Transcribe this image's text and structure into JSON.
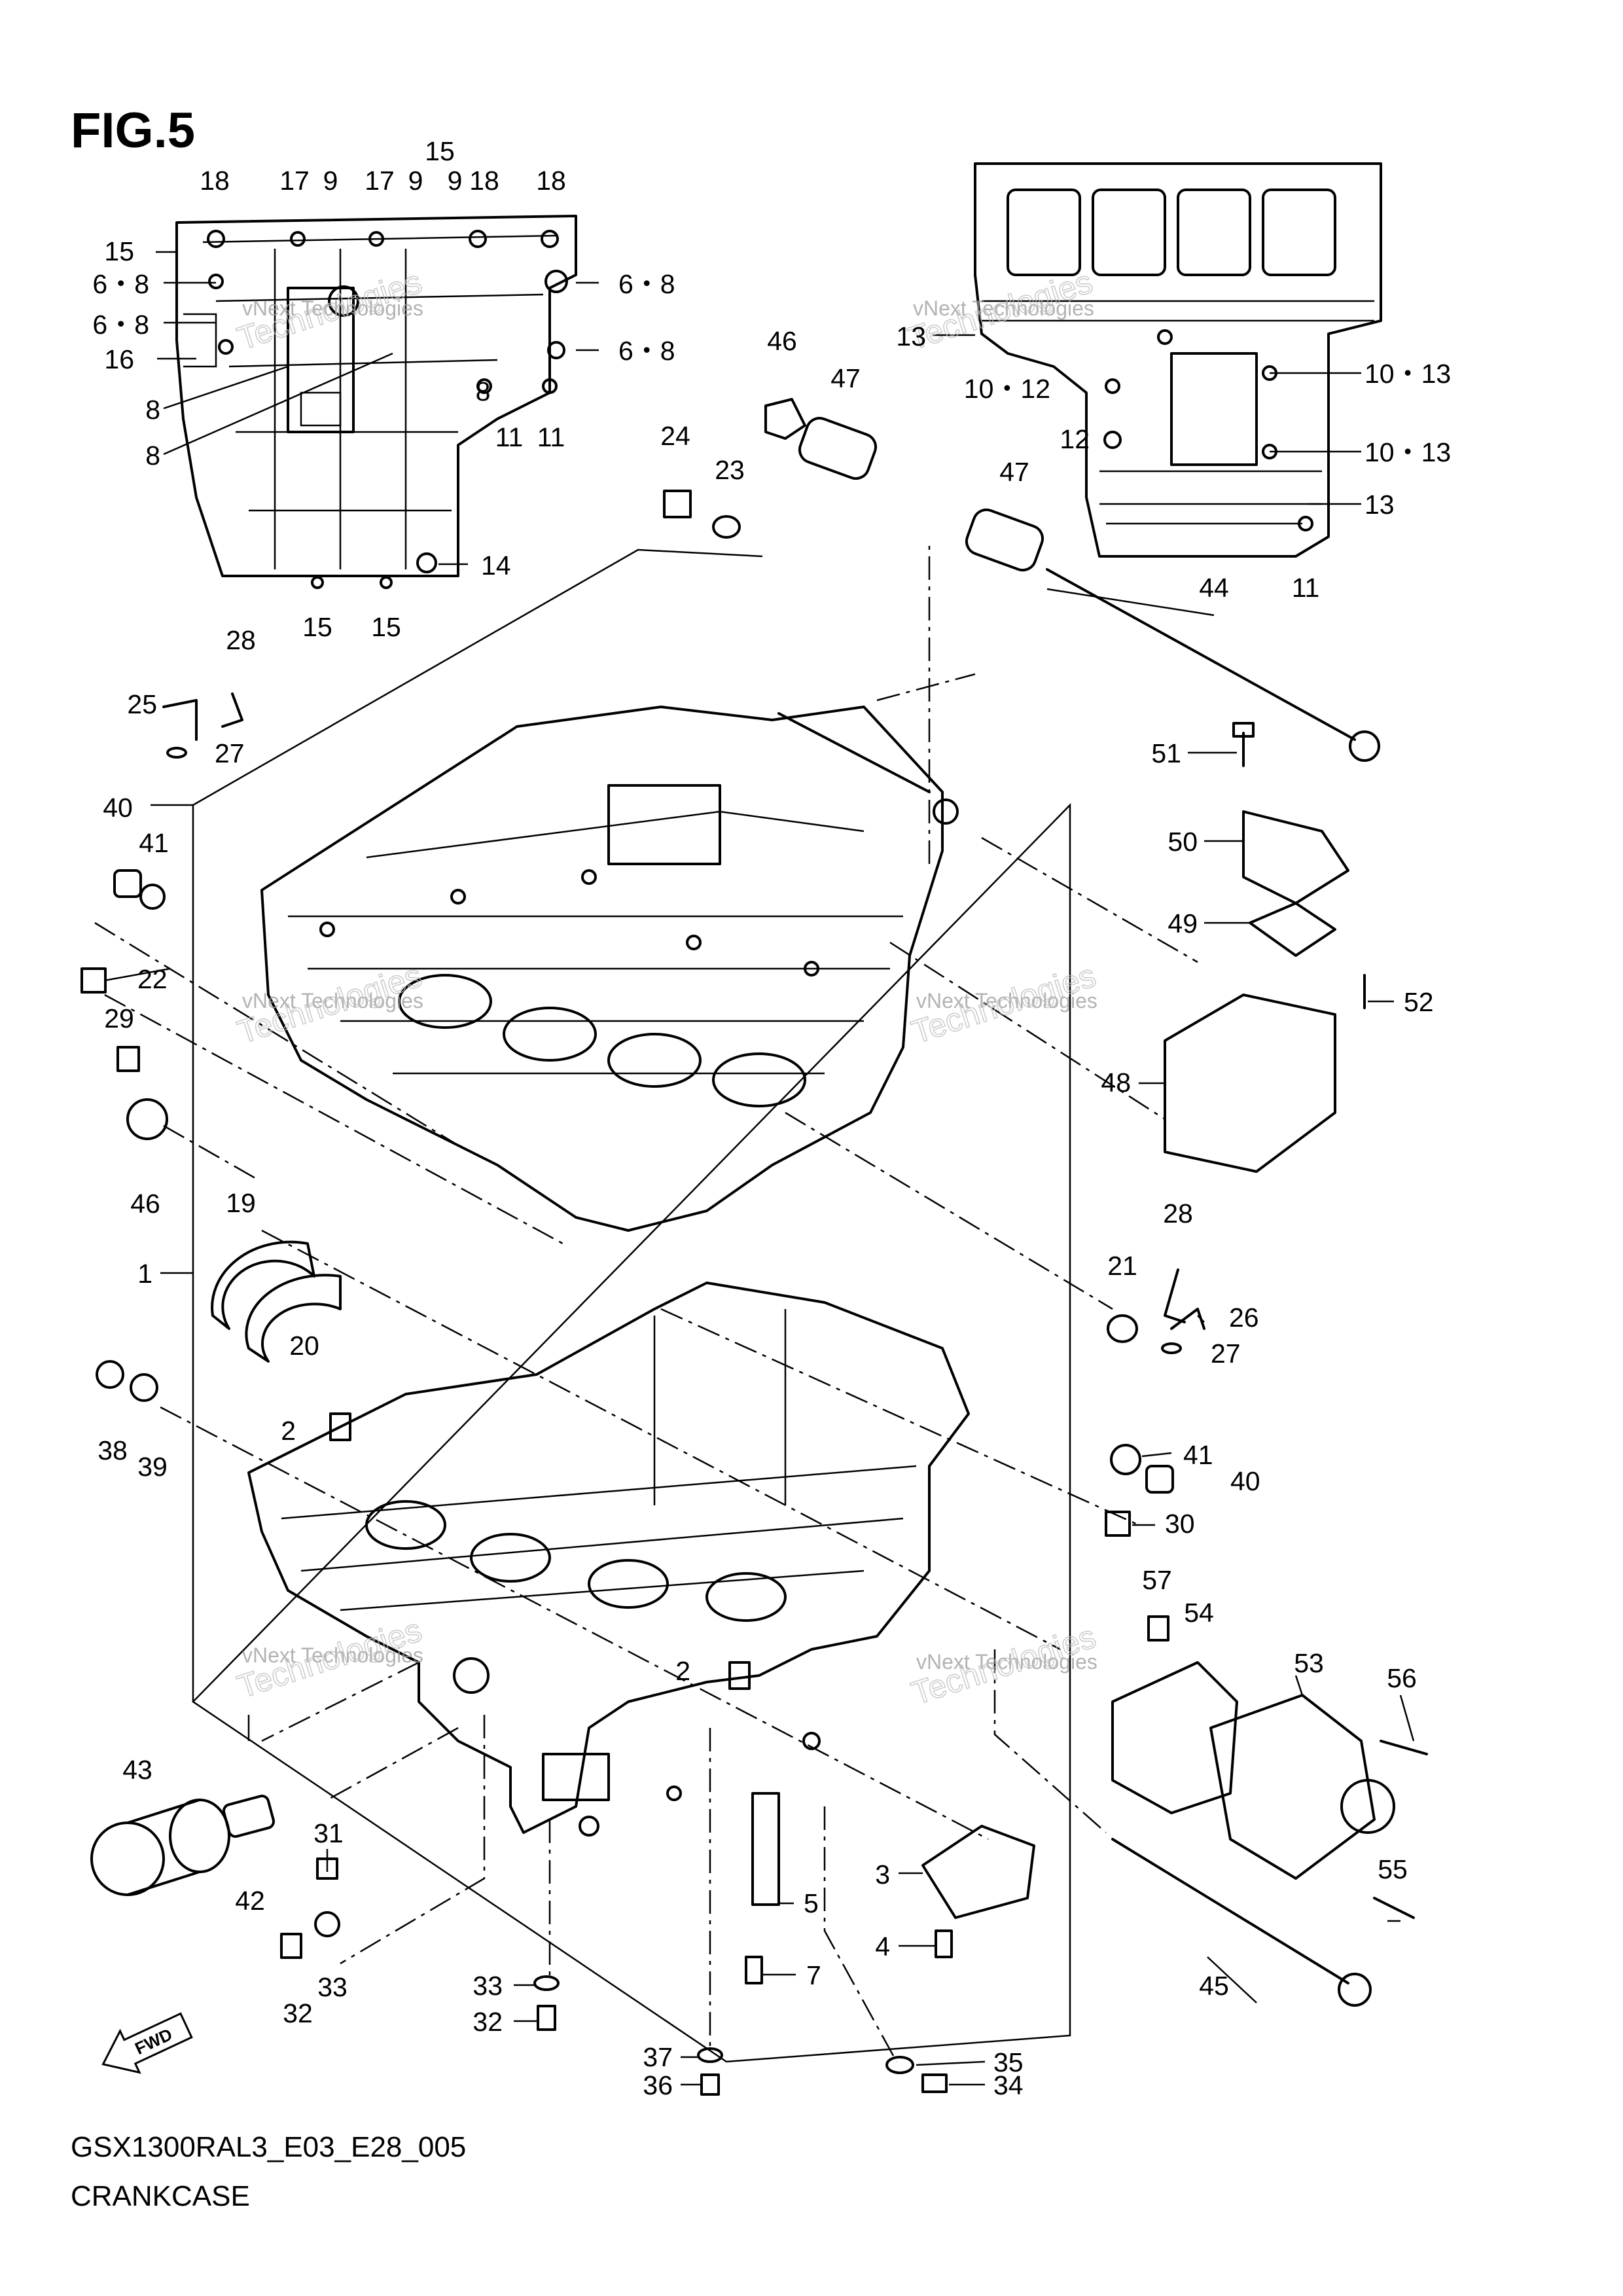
{
  "figure": {
    "title": "FIG.5",
    "code": "GSX1300RAL3_E03_E28_005",
    "name": "CRANKCASE"
  },
  "watermark": {
    "line1": "vNext Technologies",
    "line2": "Technologies"
  },
  "fwd_label": "FWD",
  "callouts": [
    "18",
    "17",
    "9",
    "17",
    "9",
    "15",
    "9",
    "18",
    "18",
    "15",
    "6・8",
    "6・8",
    "6・8",
    "16",
    "6・8",
    "8",
    "8",
    "11",
    "8",
    "11",
    "14",
    "15",
    "15",
    "46",
    "47",
    "24",
    "23",
    "47",
    "44",
    "13",
    "10・12",
    "12",
    "10・13",
    "10・13",
    "13",
    "11",
    "28",
    "25",
    "27",
    "40",
    "41",
    "22",
    "29",
    "46",
    "51",
    "50",
    "49",
    "52",
    "48",
    "19",
    "1",
    "20",
    "28",
    "21",
    "26",
    "27",
    "38",
    "39",
    "2",
    "41",
    "40",
    "30",
    "57",
    "54",
    "53",
    "56",
    "2",
    "43",
    "42",
    "31",
    "3",
    "5",
    "4",
    "7",
    "55",
    "45",
    "32",
    "33",
    "33",
    "32",
    "37",
    "36",
    "35",
    "34"
  ]
}
